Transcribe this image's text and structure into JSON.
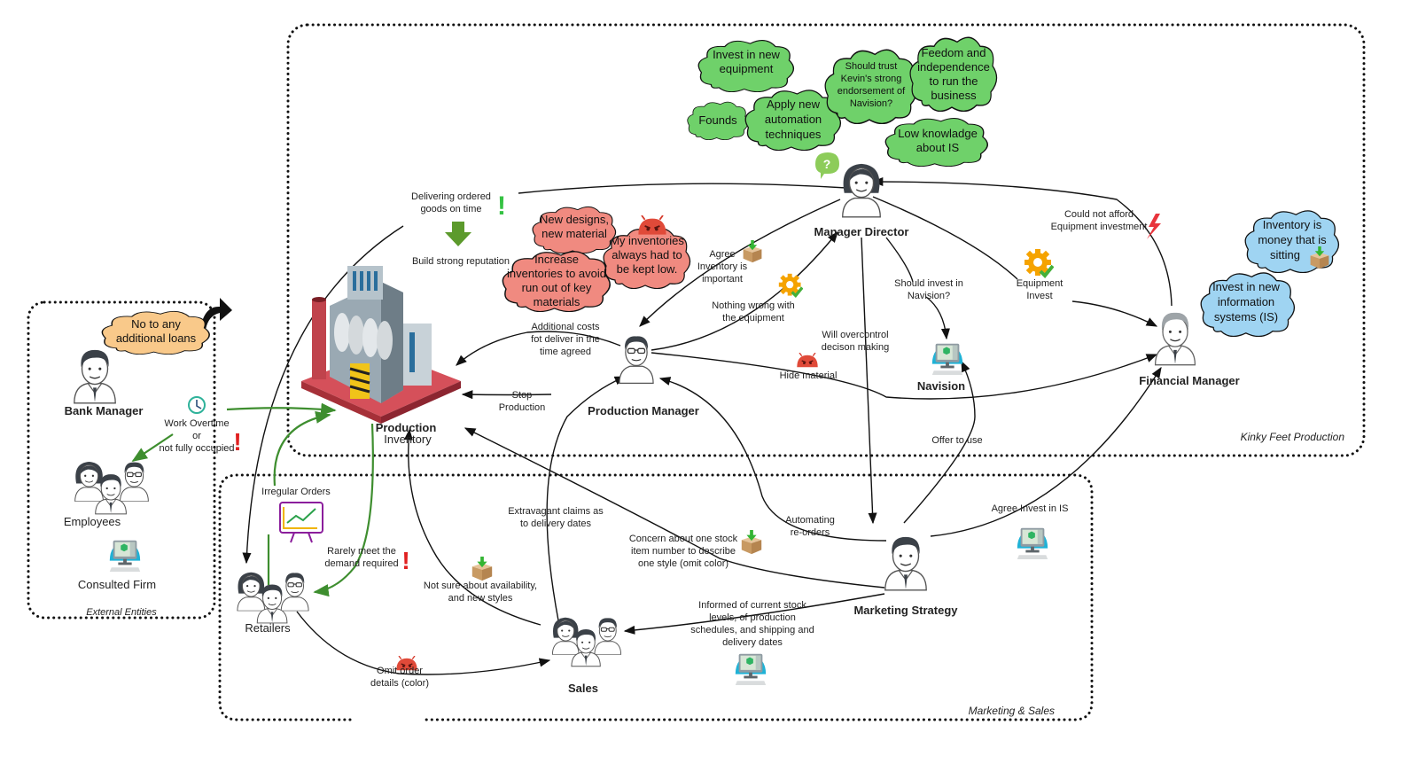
{
  "groups": {
    "kinky_feet": "Kinky Feet Production",
    "external": "External Entities",
    "marketing_sales": "Marketing & Sales"
  },
  "actors": {
    "manager_director": "Manager Director",
    "production_manager": "Production Manager",
    "financial_manager": "Financial Manager",
    "bank_manager": "Bank Manager",
    "employees": "Employees",
    "consulted_firm": "Consulted Firm",
    "retailers": "Retailers",
    "sales": "Sales",
    "marketing_strategy": "Marketing Strategy",
    "navision": "Navision",
    "production_title": "Production",
    "production_sub": "Inventory"
  },
  "clouds": {
    "green": [
      [
        "Invest in new",
        "equipment"
      ],
      [
        "Founds"
      ],
      [
        "Apply new",
        "automation",
        "techniques"
      ],
      [
        "Should trust",
        "Kevin's strong",
        "endorsement of",
        "Navision?"
      ],
      [
        "Feedom and",
        "independence",
        "to run the",
        "business"
      ],
      [
        "Low knowladge",
        "about IS"
      ]
    ],
    "red": [
      [
        "New designs,",
        "new material"
      ],
      [
        "Increase",
        "inventories to avoid",
        "run out of key",
        "materials"
      ],
      [
        "My inventories",
        "always had to",
        "be kept low."
      ]
    ],
    "orange": [
      [
        "No to any",
        "additional loans"
      ]
    ],
    "blue": [
      [
        "Inventory is",
        "money that is",
        "sitting"
      ],
      [
        "Invest in new",
        "information",
        "systems (IS)"
      ]
    ]
  },
  "edge_labels": {
    "delivering": [
      "Delivering ordered",
      "goods on time"
    ],
    "reputation": [
      "Build strong reputation"
    ],
    "agree_inventory": [
      "Agree",
      "Inventory is",
      "important"
    ],
    "nothing_wrong": [
      "Nothing wrong with",
      "the equipment"
    ],
    "additional_costs": [
      "Additional costs",
      "fot deliver in the",
      "time agreed"
    ],
    "stop_production": [
      "Stop",
      "Production"
    ],
    "hide_material": [
      "Hide material"
    ],
    "overcontrol": [
      "Will overcontrol",
      "decison making"
    ],
    "should_invest": [
      "Should invest in",
      "Navision?"
    ],
    "equipment_invest": [
      "Equipment",
      "Invest"
    ],
    "could_not_afford": [
      "Could not afford",
      "Equipment investment"
    ],
    "offer_to_use": [
      "Offer to use"
    ],
    "work_overtime": [
      "Work Overtime",
      "or",
      "not fully occupied"
    ],
    "irregular_orders": [
      "Irregular Orders"
    ],
    "rarely_meet": [
      "Rarely meet the",
      "demand required"
    ],
    "not_sure": [
      "Not sure about availability,",
      "and new styles"
    ],
    "extravagant": [
      "Extravagant claims as",
      "to delivery dates"
    ],
    "concern_stock": [
      "Concern about one stock",
      "item number to describe",
      "one style (omit color)"
    ],
    "automating": [
      "Automating",
      "re-orders"
    ],
    "agree_invest_is": [
      "Agree Invest in IS"
    ],
    "informed": [
      "Informed of current stock",
      "levels, of production",
      "schedules, and shipping and",
      "delivery dates"
    ],
    "omit_order": [
      "Omit order",
      "details (color)"
    ]
  },
  "icons": {
    "question": "?",
    "exclamation": "!"
  },
  "colors": {
    "cloud_green": "#6fd16a",
    "cloud_red": "#f08a80",
    "cloud_orange": "#f9c98a",
    "cloud_blue": "#9fd4f2",
    "edge_green": "#3e8e2f",
    "edge_black": "#111111"
  }
}
